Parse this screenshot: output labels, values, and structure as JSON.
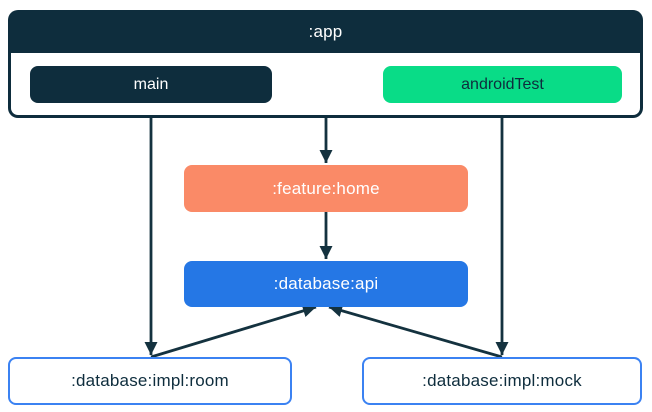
{
  "colors": {
    "navy": "#0E2D3D",
    "green": "#09DC87",
    "coral": "#FA8A67",
    "blue": "#2577E5",
    "box_border_blue": "#3B82F2",
    "arrow": "#14323F",
    "white": "#FFFFFF",
    "bg": "#FFFFFF"
  },
  "diagram": {
    "app_module": {
      "label": ":app",
      "source_sets": [
        {
          "id": "main",
          "label": "main"
        },
        {
          "id": "androidTest",
          "label": "androidTest"
        }
      ]
    },
    "modules": [
      {
        "id": "feature-home",
        "label": ":feature:home"
      },
      {
        "id": "database-api",
        "label": ":database:api"
      },
      {
        "id": "database-impl-room",
        "label": ":database:impl:room"
      },
      {
        "id": "database-impl-mock",
        "label": ":database:impl:mock"
      }
    ],
    "edges": [
      {
        "from": ":app",
        "to": ":feature:home"
      },
      {
        "from": ":feature:home",
        "to": ":database:api"
      },
      {
        "from": "main",
        "to": ":database:impl:room"
      },
      {
        "from": "androidTest",
        "to": ":database:impl:mock"
      },
      {
        "from": ":database:impl:room",
        "to": ":database:api"
      },
      {
        "from": ":database:impl:mock",
        "to": ":database:api"
      }
    ]
  }
}
